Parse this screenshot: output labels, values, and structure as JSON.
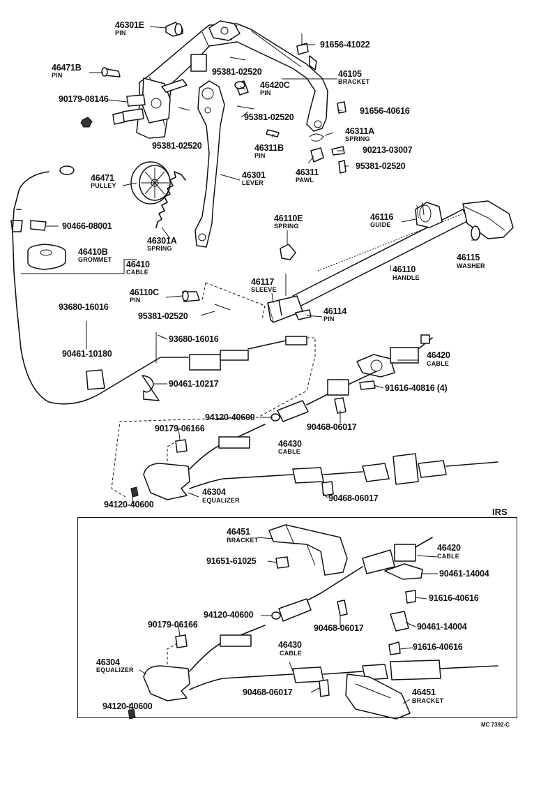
{
  "diagram": {
    "section_label": "IRS",
    "footer_code": "MC 7392-C",
    "upper": {
      "p46301E": {
        "num": "46301E",
        "name": "PIN"
      },
      "p91656_41022": {
        "num": "91656-41022"
      },
      "p46471B": {
        "num": "46471B",
        "name": "PIN"
      },
      "p95381_02520_a": {
        "num": "95381-02520"
      },
      "p46105": {
        "num": "46105",
        "name": "BRACKET"
      },
      "p90179_08146": {
        "num": "90179-08146"
      },
      "p46420C": {
        "num": "46420C",
        "name": "PIN"
      },
      "p91656_40616": {
        "num": "91656-40616"
      },
      "p95381_02520_b": {
        "num": "95381-02520"
      },
      "p46311A": {
        "num": "46311A",
        "name": "SPRING"
      },
      "p95381_02520_c": {
        "num": "95381-02520"
      },
      "p46311B": {
        "num": "46311B",
        "name": "PIN"
      },
      "p90213_03007": {
        "num": "90213-03007"
      },
      "p46311": {
        "num": "46311",
        "name": "PAWL"
      },
      "p95381_02520_d": {
        "num": "95381-02520"
      },
      "p46471": {
        "num": "46471",
        "name": "PULLEY"
      },
      "p46301": {
        "num": "46301",
        "name": "LEVER"
      },
      "p90466_08001": {
        "num": "90466-08001"
      },
      "p46116": {
        "num": "46116",
        "name": "GUIDE"
      },
      "p46110E": {
        "num": "46110E",
        "name": "SPRING"
      },
      "p46115": {
        "num": "46115",
        "name": "WASHER"
      },
      "p46301A": {
        "num": "46301A",
        "name": "SPRING"
      },
      "p46410B": {
        "num": "46410B",
        "name": "GROMMET"
      },
      "p46410": {
        "num": "46410",
        "name": "CABLE"
      },
      "p46110": {
        "num": "46110",
        "name": "HANDLE"
      },
      "p46117": {
        "num": "46117",
        "name": "SLEEVE"
      },
      "p46110C": {
        "num": "46110C",
        "name": "PIN"
      },
      "p93680_16016_a": {
        "num": "93680-16016"
      },
      "p46114": {
        "num": "46114",
        "name": "PIN"
      },
      "p95381_02520_e": {
        "num": "95381-02520"
      },
      "p93680_16016_b": {
        "num": "93680-16016"
      },
      "p90461_10180": {
        "num": "90461-10180"
      },
      "p46420": {
        "num": "46420",
        "name": "CABLE"
      },
      "p90461_10217": {
        "num": "90461-10217"
      },
      "p91616_40816": {
        "num": "91616-40816 (4)"
      },
      "p94120_40600_a": {
        "num": "94120-40600"
      },
      "p90468_06017_a": {
        "num": "90468-06017"
      },
      "p90179_06166": {
        "num": "90179-06166"
      },
      "p46430": {
        "num": "46430",
        "name": "CABLE"
      },
      "p94120_40600_b": {
        "num": "94120-40600"
      },
      "p46304": {
        "num": "46304",
        "name": "EQUALIZER"
      },
      "p90468_06017_b": {
        "num": "90468-06017"
      }
    },
    "irs": {
      "p46451_a": {
        "num": "46451",
        "name": "BRACKET"
      },
      "p46420": {
        "num": "46420",
        "name": "CABLE"
      },
      "p91651_61025": {
        "num": "91651-61025"
      },
      "p90461_14004_a": {
        "num": "90461-14004"
      },
      "p91616_40616_a": {
        "num": "91616-40616"
      },
      "p94120_40600_a": {
        "num": "94120-40600"
      },
      "p90468_06017_a": {
        "num": "90468-06017"
      },
      "p90461_14004_b": {
        "num": "90461-14004"
      },
      "p90179_06166": {
        "num": "90179-06166"
      },
      "p91616_40616_b": {
        "num": "91616-40616"
      },
      "p46430": {
        "num": "46430",
        "name": "CABLE"
      },
      "p46304": {
        "num": "46304",
        "name": "EQUALIZER"
      },
      "p90468_06017_b": {
        "num": "90468-06017"
      },
      "p46451_b": {
        "num": "46451",
        "name": "BRACKET"
      },
      "p94120_40600_b": {
        "num": "94120-40600"
      }
    }
  }
}
